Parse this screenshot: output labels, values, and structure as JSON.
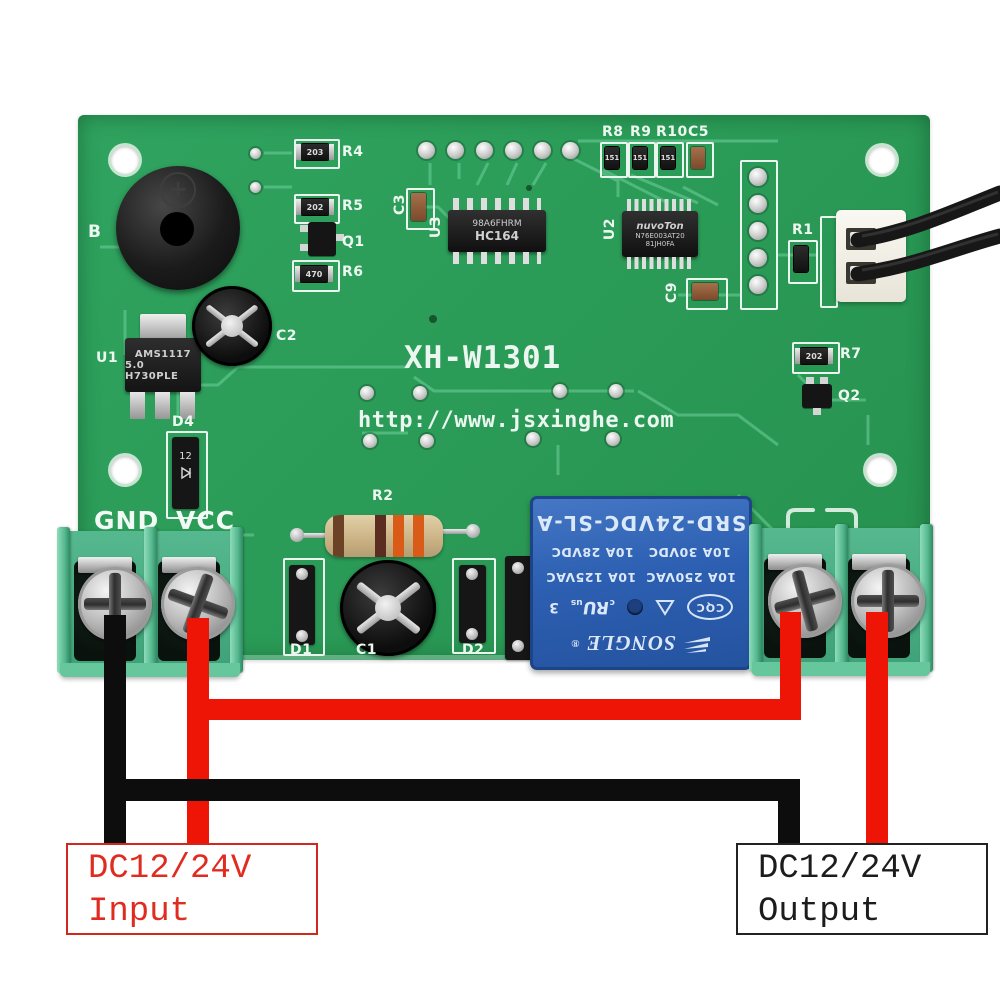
{
  "board": {
    "model": "XH-W1301",
    "url": "http://www.jsxinghe.com",
    "pcb_color": "#2b9c58",
    "silk_color": "#eaf6ef",
    "labels": {
      "b": "B",
      "u1": "U1",
      "c2": "C2",
      "d4": "D4",
      "r4": "R4",
      "r5": "R5",
      "q1": "Q1",
      "r6": "R6",
      "c3": "C3",
      "u3": "U3",
      "u2": "U2",
      "r8": "R8",
      "r9": "R9",
      "r10": "R10",
      "c5": "C5",
      "c9": "C9",
      "r1": "R1",
      "r7": "R7",
      "q2": "Q2",
      "r2": "R2",
      "d1": "D1",
      "c1": "C1",
      "d2": "D2",
      "gnd": "GND",
      "vcc": "VCC"
    },
    "chips": {
      "u3_line1": "98A6FHRM",
      "u3_line2": "HC164",
      "u2_brand": "nuvoTon",
      "u2_line2": "N76E003AT20",
      "u2_line3": "81JH0FA",
      "u1_line1": "AMS1117",
      "u1_line2": "5.0 H730PLE",
      "d4_marking": "12"
    },
    "smd_markings": {
      "r4": "203",
      "r5": "202",
      "r6": "470",
      "r7": "202",
      "r8": "151",
      "r9": "151",
      "r10": "151"
    }
  },
  "relay": {
    "brand": "SONGLE",
    "reg": "®",
    "cqc": "CQC",
    "ul_c": "c",
    "ul_core": "RU",
    "ul_us": "us",
    "ul_num": "3",
    "ac_rating": "10A 250VAC  10A 125VAC",
    "dc_rating": "10A 30VDC   10A 28VDC",
    "model": "SRD-24VDC-SL-A",
    "body_color": "#2d5fb2"
  },
  "annotations": {
    "input": {
      "line1": "DC12/24V",
      "line2": "Input",
      "color": "#e02b20"
    },
    "output": {
      "line1": "DC12/24V",
      "line2": "Output",
      "color": "#1c1c1c"
    }
  },
  "wires": {
    "red": "#ee1507",
    "black": "#0d0d0d"
  }
}
